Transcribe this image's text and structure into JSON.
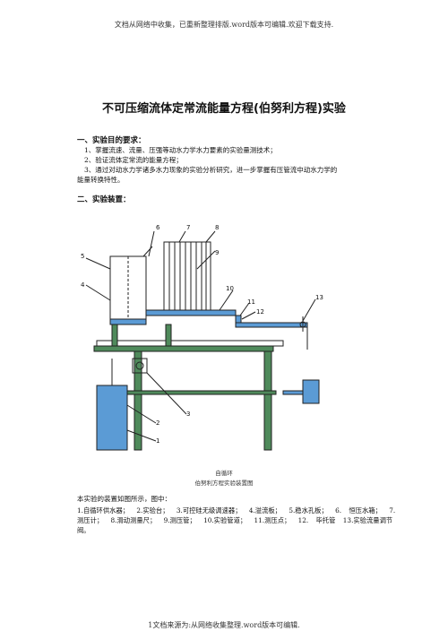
{
  "header_note": "文档从网络中收集，已重新整理排版.word版本可编辑.欢迎下载支持.",
  "title": "不可压缩流体定常流能量方程(伯努利方程)实验",
  "section1": {
    "heading": "一、实验目的要求：",
    "items": [
      "1、掌握流速、流量、压强等动水力学水力要素的实验量测技术；",
      "2、验证流体定常流的能量方程；",
      "3、通过对动水力学诸多水力现象的实验分析研究，进一步掌握有压管流中动水力学的",
      "能量转换特性。"
    ]
  },
  "section2": {
    "heading": "二、实验装置："
  },
  "diagram": {
    "labels": [
      "1",
      "2",
      "3",
      "4",
      "5",
      "6",
      "7",
      "8",
      "9",
      "10",
      "11",
      "12",
      "13"
    ],
    "caption_line1": "自循环",
    "caption_line2": "伯努利方程实验装置图",
    "colors": {
      "blue": "#5b9bd5",
      "green": "#4f8a5b",
      "outline": "#222222"
    }
  },
  "parts_text": {
    "intro": "本实验的装置如图所示，图中：",
    "items": [
      "1.自循环供水器；",
      "2.实验台；",
      "3.可控硅无级调速器；",
      "4.溢流板；",
      "5.稳水孔板；",
      "6.",
      "恒压水箱；",
      "7.测压计；",
      "8.滑动测量尺；",
      "9.测压管；",
      "10.实验管道；",
      "11.测压点；",
      "12.",
      "毕托管",
      "13.实验流量调节阀。"
    ]
  },
  "footer": "1文档来源为:从网络收集整理.word版本可编辑."
}
